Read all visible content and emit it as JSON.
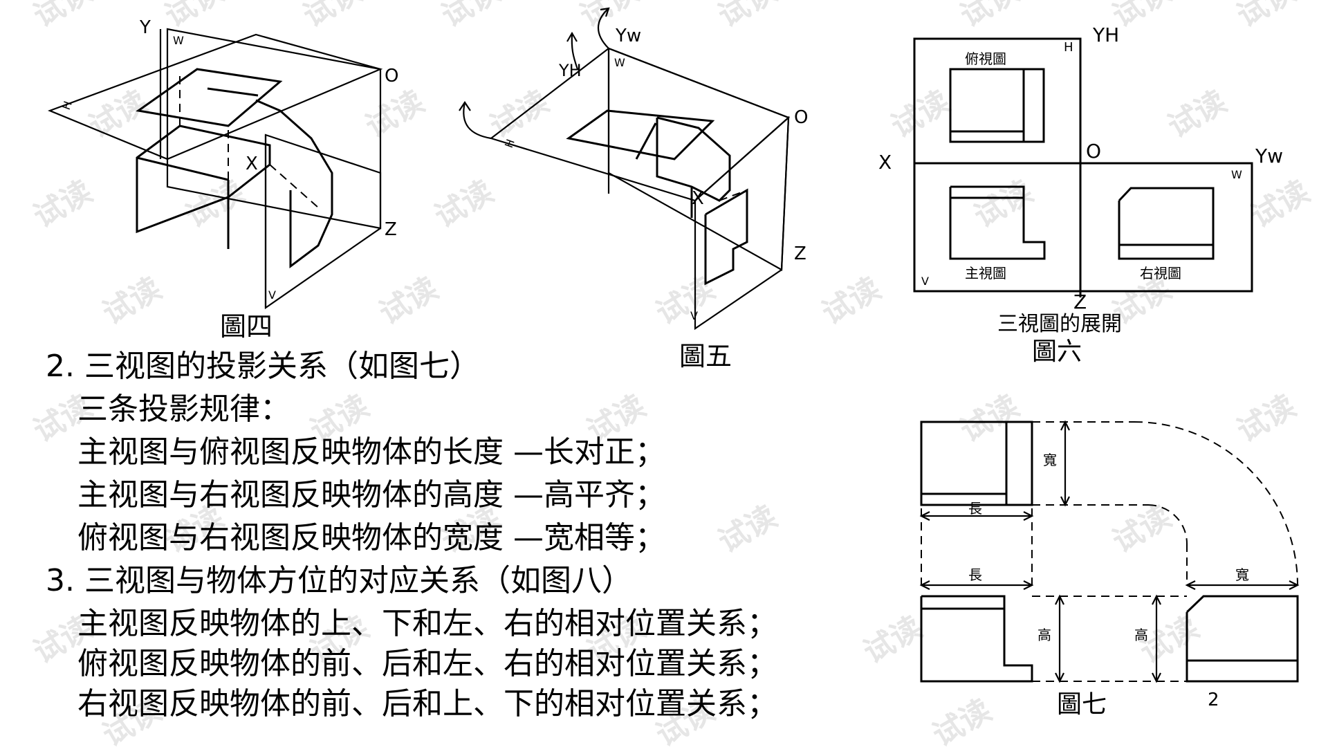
{
  "watermark": "试读",
  "figures": {
    "fig4": {
      "caption": "圖四",
      "labels": {
        "y": "Y",
        "w": "W",
        "o": "O",
        "h": "H",
        "x": "X",
        "z": "Z",
        "v": "V"
      }
    },
    "fig5": {
      "caption": "圖五",
      "labels": {
        "yw": "Yw",
        "yh": "YH",
        "w": "W",
        "o": "O",
        "h": "H",
        "x": "X",
        "z": "Z",
        "v": "V"
      }
    },
    "fig6": {
      "caption": "圖六",
      "subtitle": "三視圖的展開",
      "labels": {
        "yh": "YH",
        "yw": "Yw",
        "x": "X",
        "o": "O",
        "z": "Z",
        "h": "H",
        "w": "W",
        "v": "V"
      },
      "views": {
        "top": "俯視圖",
        "front": "主視圖",
        "right": "右視圖"
      }
    },
    "fig7": {
      "caption": "圖七",
      "labels": {
        "width_top": "寬",
        "length_top": "長",
        "length_front": "長",
        "width_right": "寬",
        "height_front": "高",
        "height_right": "高"
      }
    }
  },
  "text": {
    "heading2": "2. 三视图的投影关系（如图七）",
    "sub_rules": "三条投影规律：",
    "rule1": "主视图与俯视图反映物体的长度 —长对正；",
    "rule2": "主视图与右视图反映物体的高度 —高平齐；",
    "rule3": "俯视图与右视图反映物体的宽度 —宽相等；",
    "heading3": "3. 三视图与物体方位的对应关系（如图八）",
    "pos1": "主视图反映物体的上、下和左、右的相对位置关系；",
    "pos2": "俯视图反映物体的前、后和左、右的相对位置关系；",
    "pos3": "右视图反映物体的前、后和上、下的相对位置关系；"
  },
  "page_number": "2"
}
